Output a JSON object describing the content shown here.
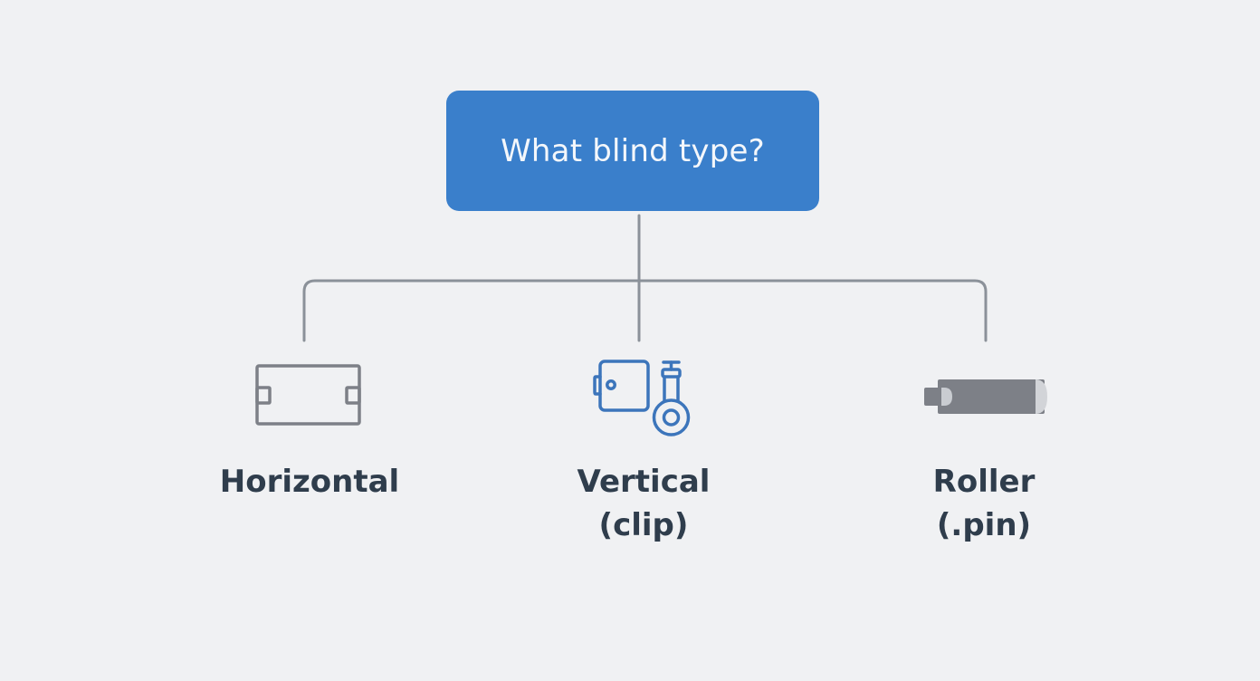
{
  "colors": {
    "background": "#f0f1f3",
    "root_fill": "#3a7fcb",
    "connector": "#8b9199",
    "icon_gray": "#7d8087",
    "icon_blue": "#3c75bb",
    "label_text": "#2f3d4c",
    "root_text": "#f4f7fb"
  },
  "root": {
    "label": "What blind type?"
  },
  "options": [
    {
      "id": "horizontal",
      "line1": "Horizontal",
      "line2": "",
      "icon": "horizontal-blind-bracket-icon"
    },
    {
      "id": "vertical",
      "line1": "Vertical",
      "line2": "(clip)",
      "icon": "vertical-blind-clip-icon"
    },
    {
      "id": "roller",
      "line1": "Roller",
      "line2": "(.pin)",
      "icon": "roller-blind-pin-icon"
    }
  ]
}
